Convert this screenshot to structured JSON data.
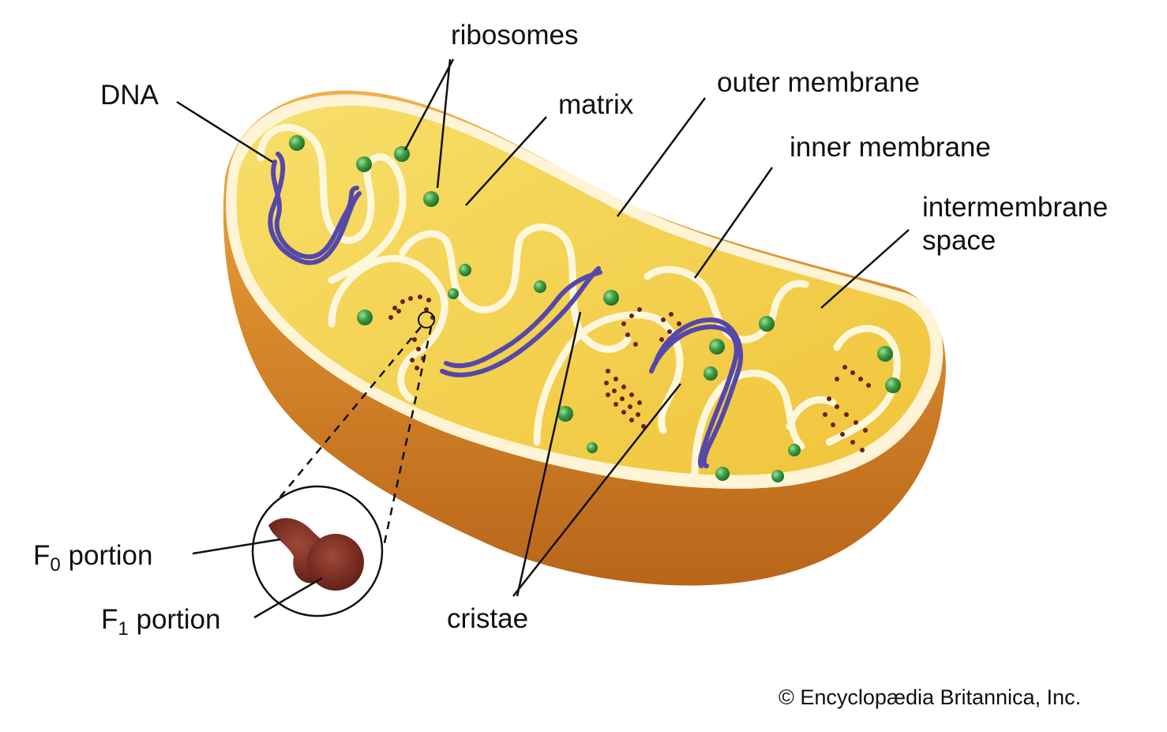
{
  "labels": {
    "ribosomes": "ribosomes",
    "dna": "DNA",
    "matrix": "matrix",
    "outer_membrane": "outer membrane",
    "inner_membrane": "inner membrane",
    "intermembrane_line1": "intermembrane",
    "intermembrane_line2": "space",
    "f0_letter": "F",
    "f0_sub": "0",
    "f0_word": " portion",
    "f1_letter": "F",
    "f1_sub": "1",
    "f1_word": " portion",
    "cristae": "cristae"
  },
  "credit": "© Encyclopædia Britannica, Inc.",
  "colors": {
    "outer_shell": "#d98a2c",
    "matrix": "#f5d24a",
    "membrane": "#fff7dc",
    "ribosome": "#2f8f3a",
    "dna": "#5548a8",
    "atp_synthase": "#6b1f12"
  }
}
